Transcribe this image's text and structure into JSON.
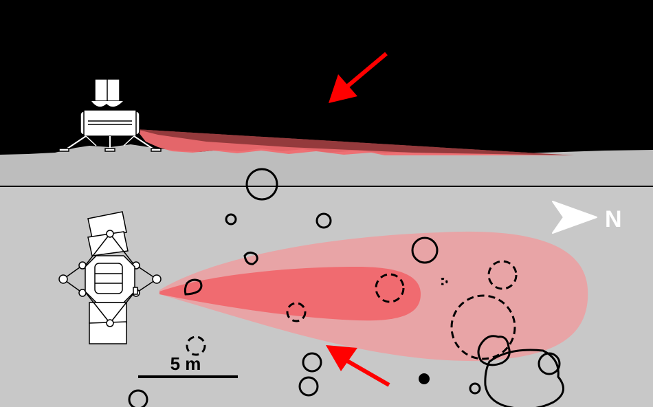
{
  "diagram": {
    "colors": {
      "sky": "#000000",
      "ground_profile": "#bdbdbd",
      "ground_map": "#c8c8c8",
      "plume_outer": "#e8a4a6",
      "plume_inner": "#f06b70",
      "arrow": "#ff0000",
      "outline": "#000000",
      "lander": "#ffffff"
    },
    "views": [
      "side-profile",
      "top-down-map"
    ],
    "scale_bar": {
      "label": "5 m"
    },
    "north_arrow": {
      "label": "N"
    },
    "features": {
      "craters_solid": 9,
      "craters_dashed": 6,
      "boulder_pits": 1,
      "large_rock": 1
    }
  }
}
